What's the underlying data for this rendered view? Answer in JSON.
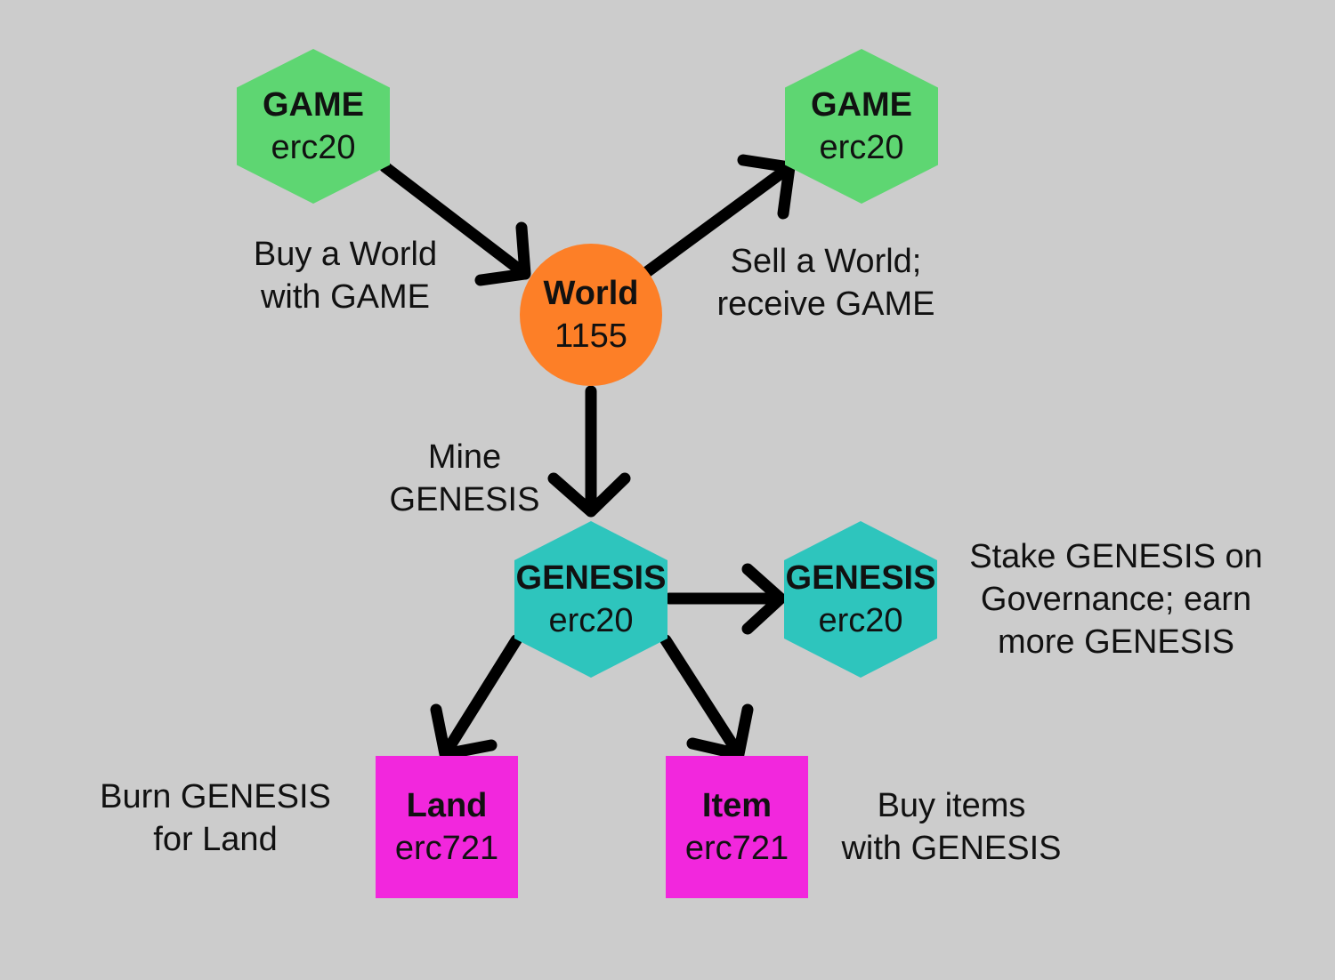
{
  "colors": {
    "background": "#cccccc",
    "game": "#5ed672",
    "world": "#fd7f27",
    "genesis": "#2ec5bd",
    "nft": "#f227dd",
    "arrow": "#000000"
  },
  "nodes": {
    "game_left": {
      "title": "GAME",
      "sub": "erc20"
    },
    "game_right": {
      "title": "GAME",
      "sub": "erc20"
    },
    "world": {
      "title": "World",
      "sub": "1155"
    },
    "genesis_center": {
      "title": "GENESIS",
      "sub": "erc20"
    },
    "genesis_right": {
      "title": "GENESIS",
      "sub": "erc20"
    },
    "land": {
      "title": "Land",
      "sub": "erc721"
    },
    "item": {
      "title": "Item",
      "sub": "erc721"
    }
  },
  "labels": {
    "buy_world": [
      "Buy a World",
      "with GAME"
    ],
    "sell_world": [
      "Sell a World;",
      "receive GAME"
    ],
    "mine_genesis": [
      "Mine",
      "GENESIS"
    ],
    "stake_genesis": [
      "Stake GENESIS on",
      "Governance; earn",
      "more GENESIS"
    ],
    "burn_genesis": [
      "Burn GENESIS",
      "for Land"
    ],
    "buy_items": [
      "Buy items",
      "with GENESIS"
    ]
  }
}
